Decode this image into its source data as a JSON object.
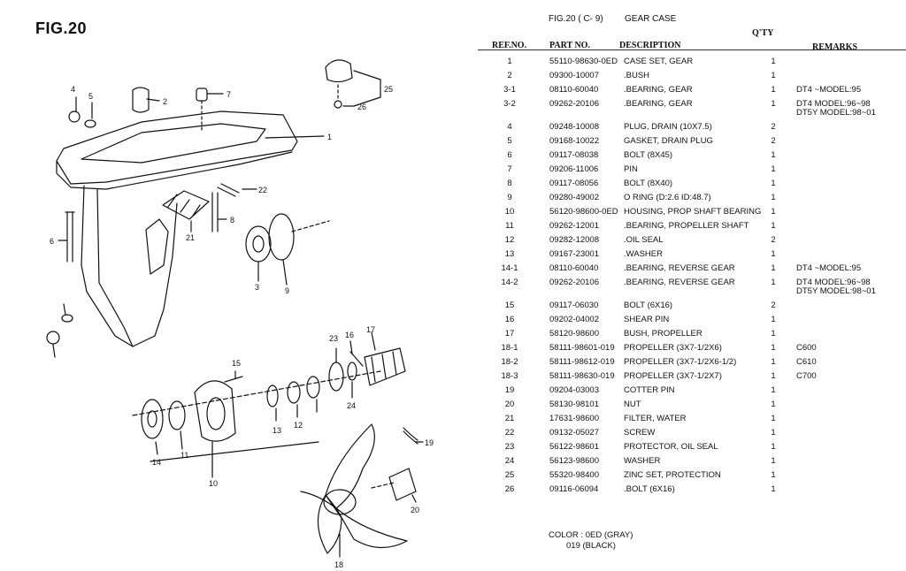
{
  "figure": {
    "title": "FIG.20",
    "header_code": "FIG.20 ( C- 9)",
    "header_name": "GEAR CASE"
  },
  "table": {
    "headers": {
      "ref": "REF.NO.",
      "part": "PART NO.",
      "desc": "DESCRIPTION",
      "qty": "Q'TY",
      "remarks": "REMARKS"
    },
    "rows": [
      {
        "ref": "1",
        "part": "55110-98630-0ED",
        "desc": "CASE SET, GEAR",
        "qty": "1",
        "remarks": ""
      },
      {
        "ref": "2",
        "part": "09300-10007",
        "desc": ".BUSH",
        "qty": "1",
        "remarks": ""
      },
      {
        "ref": "3-1",
        "part": "08110-60040",
        "desc": ".BEARING, GEAR",
        "qty": "1",
        "remarks": "DT4 ~MODEL:95"
      },
      {
        "ref": "3-2",
        "part": "09262-20106",
        "desc": ".BEARING, GEAR",
        "qty": "1",
        "remarks": "DT4 MODEL:96~98",
        "remarks2": "DT5Y MODEL:98~01"
      },
      {
        "ref": "4",
        "part": "09248-10008",
        "desc": "PLUG, DRAIN (10X7.5)",
        "qty": "2",
        "remarks": ""
      },
      {
        "ref": "5",
        "part": "09168-10022",
        "desc": "GASKET, DRAIN PLUG",
        "qty": "2",
        "remarks": ""
      },
      {
        "ref": "6",
        "part": "09117-08038",
        "desc": "BOLT (8X45)",
        "qty": "1",
        "remarks": ""
      },
      {
        "ref": "7",
        "part": "09206-11006",
        "desc": "PIN",
        "qty": "1",
        "remarks": ""
      },
      {
        "ref": "8",
        "part": "09117-08056",
        "desc": "BOLT (8X40)",
        "qty": "1",
        "remarks": ""
      },
      {
        "ref": "9",
        "part": "09280-49002",
        "desc": "O RING (D:2.6 ID:48.7)",
        "qty": "1",
        "remarks": ""
      },
      {
        "ref": "10",
        "part": "56120-98600-0ED",
        "desc": "HOUSING, PROP SHAFT BEARING",
        "qty": "1",
        "remarks": ""
      },
      {
        "ref": "11",
        "part": "09262-12001",
        "desc": ".BEARING, PROPELLER SHAFT",
        "qty": "1",
        "remarks": ""
      },
      {
        "ref": "12",
        "part": "09282-12008",
        "desc": ".OIL SEAL",
        "qty": "2",
        "remarks": ""
      },
      {
        "ref": "13",
        "part": "09167-23001",
        "desc": ".WASHER",
        "qty": "1",
        "remarks": ""
      },
      {
        "ref": "14-1",
        "part": "08110-60040",
        "desc": ".BEARING, REVERSE GEAR",
        "qty": "1",
        "remarks": "DT4 ~MODEL:95"
      },
      {
        "ref": "14-2",
        "part": "09262-20106",
        "desc": ".BEARING, REVERSE GEAR",
        "qty": "1",
        "remarks": "DT4 MODEL:96~98",
        "remarks2": "DT5Y MODEL:98~01"
      },
      {
        "ref": "15",
        "part": "09117-06030",
        "desc": "BOLT (6X16)",
        "qty": "2",
        "remarks": ""
      },
      {
        "ref": "16",
        "part": "09202-04002",
        "desc": "SHEAR PIN",
        "qty": "1",
        "remarks": ""
      },
      {
        "ref": "17",
        "part": "58120-98600",
        "desc": "BUSH, PROPELLER",
        "qty": "1",
        "remarks": ""
      },
      {
        "ref": "18-1",
        "part": "58111-98601-019",
        "desc": "PROPELLER (3X7-1/2X6)",
        "qty": "1",
        "remarks": "C600"
      },
      {
        "ref": "18-2",
        "part": "58111-98612-019",
        "desc": "PROPELLER (3X7-1/2X6-1/2)",
        "qty": "1",
        "remarks": "C610"
      },
      {
        "ref": "18-3",
        "part": "58111-98630-019",
        "desc": "PROPELLER (3X7-1/2X7)",
        "qty": "1",
        "remarks": "C700"
      },
      {
        "ref": "19",
        "part": "09204-03003",
        "desc": "COTTER PIN",
        "qty": "1",
        "remarks": ""
      },
      {
        "ref": "20",
        "part": "58130-98101",
        "desc": "NUT",
        "qty": "1",
        "remarks": ""
      },
      {
        "ref": "21",
        "part": "17631-98600",
        "desc": "FILTER, WATER",
        "qty": "1",
        "remarks": ""
      },
      {
        "ref": "22",
        "part": "09132-05027",
        "desc": "SCREW",
        "qty": "1",
        "remarks": ""
      },
      {
        "ref": "23",
        "part": "56122-98601",
        "desc": "PROTECTOR, OIL SEAL",
        "qty": "1",
        "remarks": ""
      },
      {
        "ref": "24",
        "part": "56123-98600",
        "desc": "WASHER",
        "qty": "1",
        "remarks": ""
      },
      {
        "ref": "25",
        "part": "55320-98400",
        "desc": "ZINC SET, PROTECTION",
        "qty": "1",
        "remarks": ""
      },
      {
        "ref": "26",
        "part": "09116-06094",
        "desc": ".BOLT (6X16)",
        "qty": "1",
        "remarks": ""
      }
    ]
  },
  "color_note": {
    "line1": "COLOR : 0ED (GRAY)",
    "line2": "019 (BLACK)"
  },
  "callouts": [
    "1",
    "2",
    "3",
    "4",
    "5",
    "6",
    "7",
    "8",
    "9",
    "10",
    "11",
    "12",
    "13",
    "14",
    "15",
    "16",
    "17",
    "18",
    "19",
    "20",
    "21",
    "22",
    "23",
    "24",
    "25",
    "26"
  ]
}
